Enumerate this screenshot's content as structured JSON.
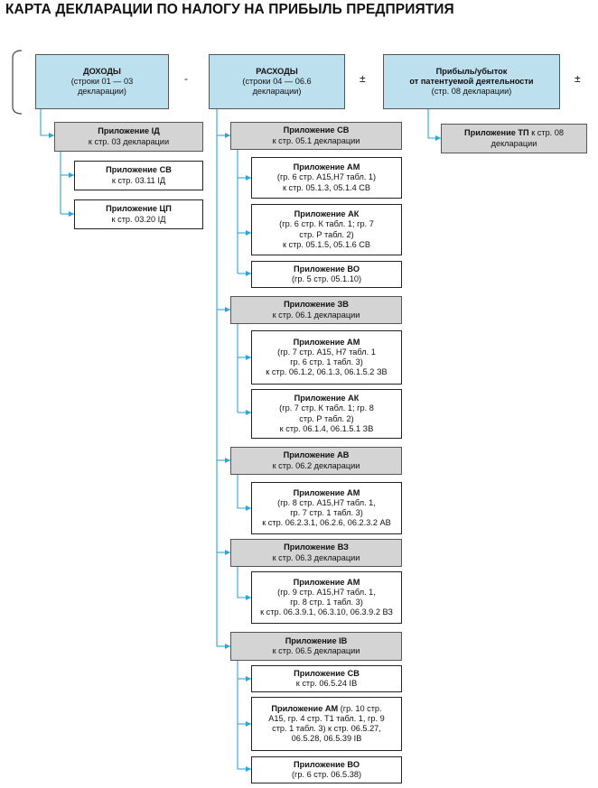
{
  "title": "КАРТА ДЕКЛАРАЦИИ ПО НАЛОГУ НА ПРИБЫЛЬ ПРЕДПРИЯТИЯ",
  "operators": {
    "minus": "-",
    "pm1": "±",
    "pm2": "±"
  },
  "colors": {
    "top": "#bde0ef",
    "header": "#d4d4d4",
    "line": "#29a7d9"
  },
  "top": {
    "income": {
      "title": "ДОХОДЫ",
      "l1": "(строки 01 — 03",
      "l2": "декларации)"
    },
    "expense": {
      "title": "РАСХОДЫ",
      "l1": "(строки 04 — 06.6",
      "l2": "декларации)"
    },
    "patent": {
      "title": "Прибыль/убыток",
      "l1": "от патентуемой деятельности",
      "l2": "(стр. 08 декларации)"
    }
  },
  "id": {
    "title": "Приложение ІД",
    "sub": "к стр. 03 декларации"
  },
  "id_sv": {
    "title": "Приложение СВ",
    "sub": "к стр. 03.11 ІД"
  },
  "id_cp": {
    "title": "Приложение ЦП",
    "sub": "к стр. 03.20 ІД"
  },
  "tp": {
    "title": "Приложение ТП",
    "rest": " к стр. 08",
    "l2": "декларации"
  },
  "sv": {
    "title": "Приложение СВ",
    "sub": "к стр. 05.1 декларации"
  },
  "sv_am": {
    "title": "Приложение АМ",
    "l1": "(гр. 6 стр. А15,Н7 табл. 1)",
    "l2": "к стр. 05.1.3, 05.1.4 СВ"
  },
  "sv_ak": {
    "title": "Приложение АК",
    "l1": "(гр. 6 стр. К табл. 1; гр. 7",
    "l2": "стр. Р табл. 2)",
    "l3": "к стр. 05.1.5, 05.1.6 СВ"
  },
  "sv_vo": {
    "title": "Приложение ВО",
    "l1": "(гр. 5 стр. 05.1.10)"
  },
  "zv": {
    "title": "Приложение ЗВ",
    "sub": "к стр. 06.1 декларации"
  },
  "zv_am": {
    "title": "Приложение АМ",
    "l1": "(гр. 7 стр. А15, Н7 табл. 1",
    "l2": "гр. 6 стр. 1 табл. 3)",
    "l3": "к стр. 06.1.2, 06.1.3, 06.1.5.2 ЗВ"
  },
  "zv_ak": {
    "title": "Приложение АК",
    "l1": "(гр. 7 стр. К табл. 1; гр. 8",
    "l2": "стр. Р табл. 2)",
    "l3": "к стр. 06.1.4, 06.1.5.1 ЗВ"
  },
  "av": {
    "title": "Приложение АВ",
    "sub": "к стр. 06.2 декларации"
  },
  "av_am": {
    "title": "Приложение АМ",
    "l1": "(гр. 8 стр. А15,Н7 табл. 1,",
    "l2": "гр. 7 стр. 1 табл. 3)",
    "l3": "к стр. 06.2.3.1, 06.2.6, 06.2.3.2 АВ"
  },
  "vz": {
    "title": "Приложение ВЗ",
    "sub": "к стр. 06.3 декларации"
  },
  "vz_am": {
    "title": "Приложение АМ",
    "l1": "(гр. 9 стр. А15,Н7 табл. 1,",
    "l2": "гр. 8 стр. 1 табл. 3)",
    "l3": "к стр. 06.3.9.1, 06.3.10, 06.3.9.2 ВЗ"
  },
  "iv": {
    "title": "Приложение ІВ",
    "sub": "к стр. 06.5 декларации"
  },
  "iv_sv": {
    "title": "Приложение СВ",
    "sub": "к стр. 06.5.24 ІВ"
  },
  "iv_am": {
    "title": "Приложение АМ",
    "rest": " (гр. 10 стр.",
    "l2": "А15, гр. 4 стр. Т1 табл. 1, гр. 9",
    "l3": "стр. 1 табл. 3) к стр. 06.5.27,",
    "l4": "06.5.28, 06.5.39 ІВ"
  },
  "iv_vo": {
    "title": "Приложение ВО",
    "l1": "(гр. 6 стр. 06.5.38)"
  }
}
